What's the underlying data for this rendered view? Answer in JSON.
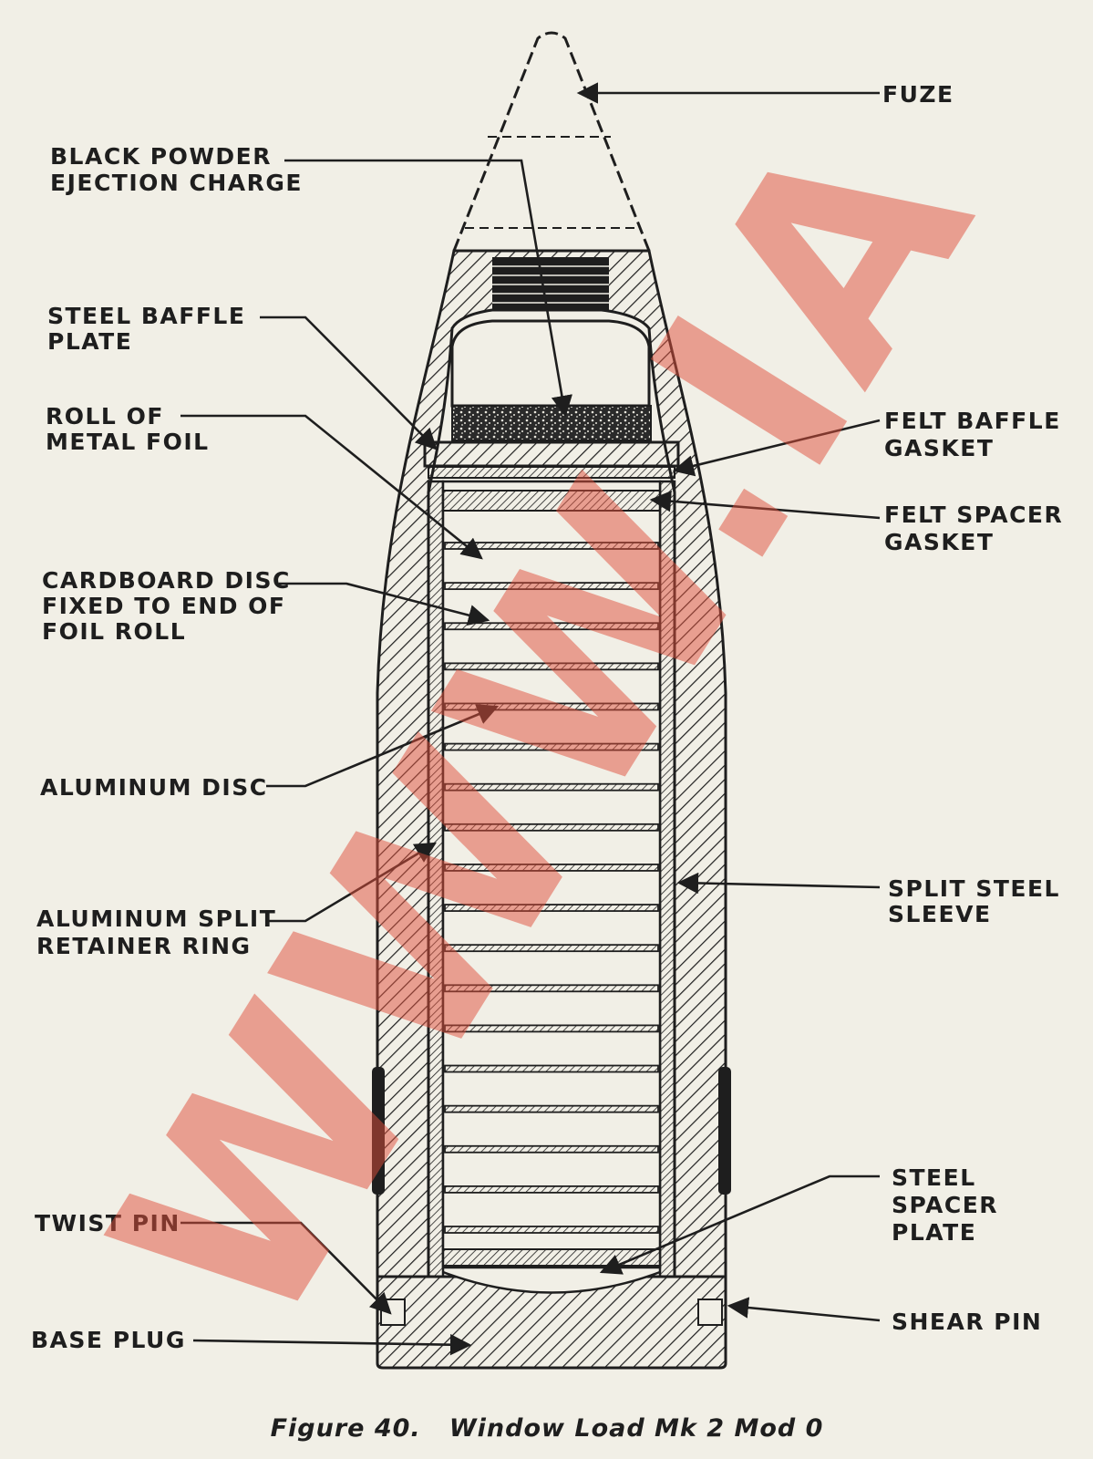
{
  "figure": {
    "caption": "Figure 40.   Window Load Mk 2 Mod 0",
    "watermark": "WWW.IA"
  },
  "labels": {
    "fuze": [
      "FUZE"
    ],
    "black_powder": [
      "BLACK POWDER",
      "EJECTION CHARGE"
    ],
    "steel_baffle": [
      "STEEL BAFFLE",
      "PLATE"
    ],
    "roll_foil": [
      "ROLL OF",
      "METAL FOIL"
    ],
    "cardboard_disc": [
      "CARDBOARD DISC",
      "FIXED TO END OF",
      "FOIL ROLL"
    ],
    "aluminum_disc": [
      "ALUMINUM DISC"
    ],
    "aluminum_ring": [
      "ALUMINUM SPLIT",
      "RETAINER RING"
    ],
    "twist_pin": [
      "TWIST PIN"
    ],
    "base_plug": [
      "BASE PLUG"
    ],
    "felt_baffle": [
      "FELT BAFFLE",
      "GASKET"
    ],
    "felt_spacer": [
      "FELT SPACER",
      "GASKET"
    ],
    "split_sleeve": [
      "SPLIT STEEL",
      "SLEEVE"
    ],
    "steel_spacer": [
      "STEEL",
      "SPACER",
      "PLATE"
    ],
    "shear_pin": [
      "SHEAR PIN"
    ]
  },
  "colors": {
    "paper": "#f1efe6",
    "ink": "#1e1e1e",
    "watermark": "#e0503c"
  }
}
